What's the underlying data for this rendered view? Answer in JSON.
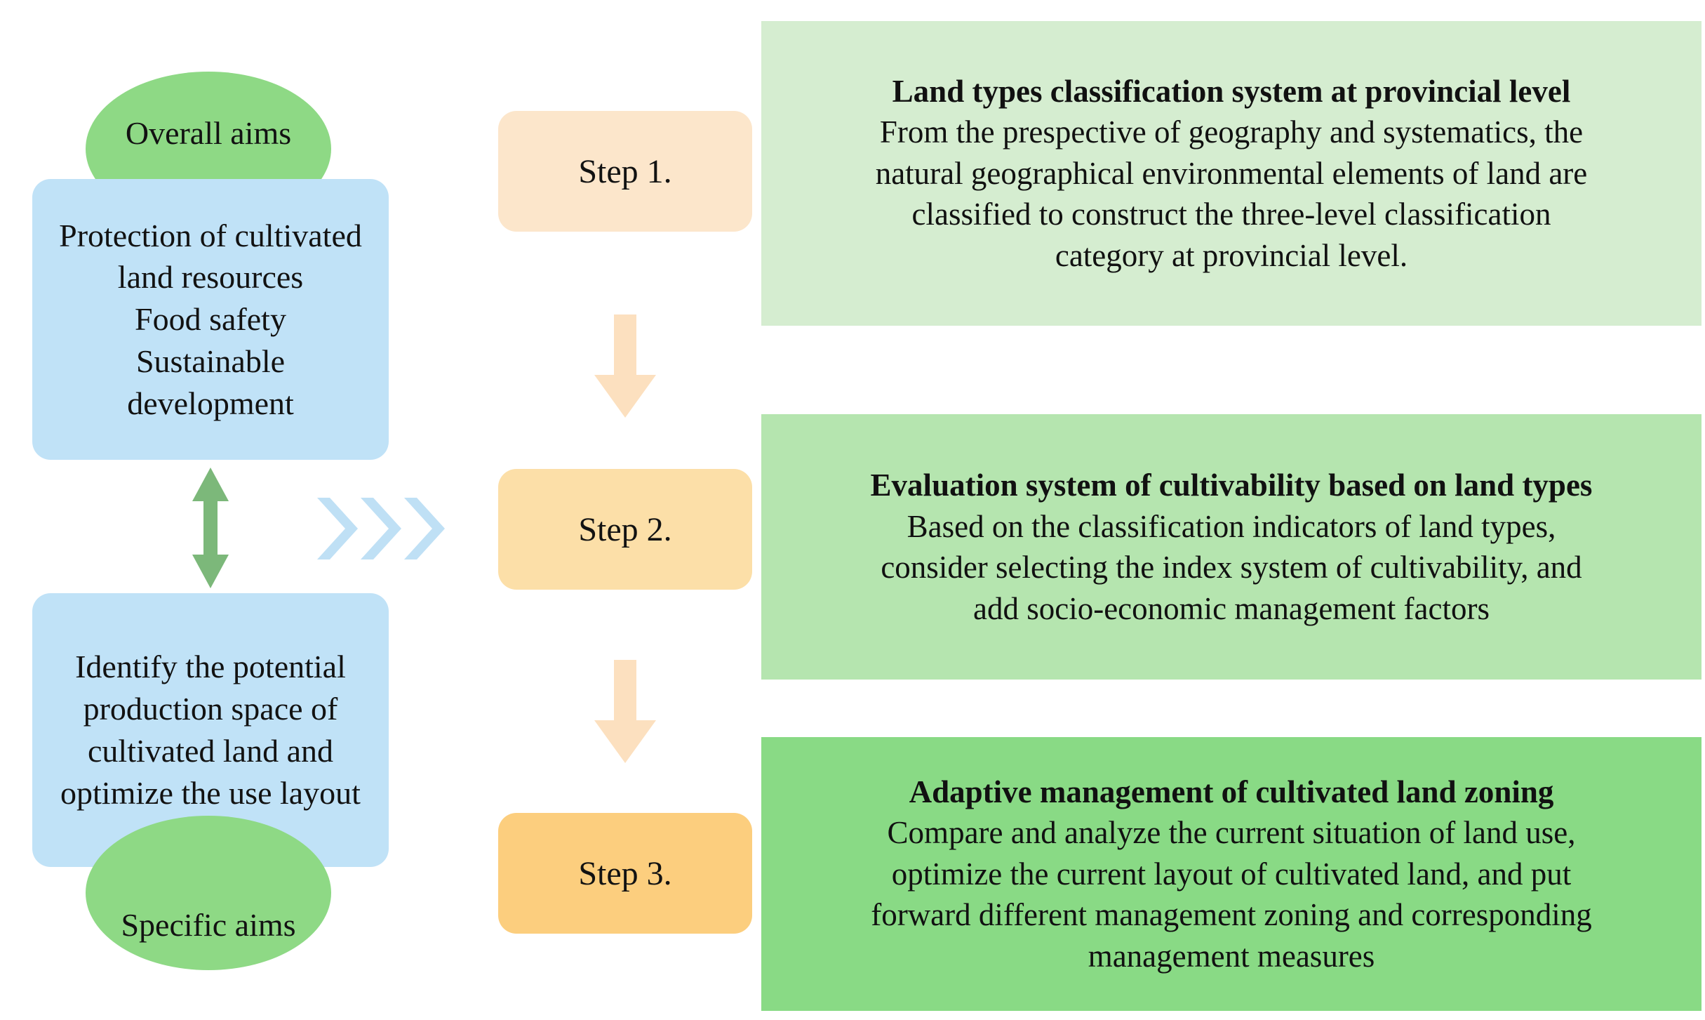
{
  "colors": {
    "ellipse_green": "#8ED985",
    "blue_box": "#C0E2F7",
    "step1": "#FCE6CB",
    "step2": "#FCDFA8",
    "step3": "#FCCE7E",
    "panel1": "#D5EDD0",
    "panel2": "#B5E5AF",
    "panel3": "#89DA85",
    "vertical_arrow": "#7CB87A",
    "chevron": "#BFE0F5",
    "down_arrow": "#FCE0BF",
    "text": "#111111"
  },
  "aims": {
    "overall_label": "Overall aims",
    "specific_label": "Specific aims",
    "overall_box_lines": [
      "Protection of cultivated",
      "land resources",
      "Food safety",
      "Sustainable",
      "development"
    ],
    "specific_box_lines": [
      "Identify the potential",
      "production space of",
      "cultivated land and",
      "optimize the use layout"
    ]
  },
  "steps": [
    {
      "label": "Step 1."
    },
    {
      "label": "Step 2."
    },
    {
      "label": "Step 3."
    }
  ],
  "panels": [
    {
      "title": "Land types classification system at provincial level",
      "body_lines": [
        "From the  prespective of geography and systematics, the",
        "natural geographical environmental elements of land are",
        "classified to construct the three-level classification",
        "category at provincial level."
      ]
    },
    {
      "title": "Evaluation system of cultivability based on land types",
      "body_lines": [
        "Based on the classification indicators of land types,",
        "consider selecting the index system of cultivability, and",
        "add socio-economic management factors"
      ]
    },
    {
      "title": "Adaptive management of cultivated land zoning",
      "body_lines": [
        "Compare and analyze the current situation of land use,",
        "optimize the current layout of cultivated land, and put",
        "forward different management zoning and corresponding",
        "management measures"
      ]
    }
  ],
  "icons": {
    "vertical_double_arrow": "vertical-double-arrow-icon",
    "chevrons": "triple-chevron-right-icon",
    "down_arrow": "down-arrow-icon"
  }
}
